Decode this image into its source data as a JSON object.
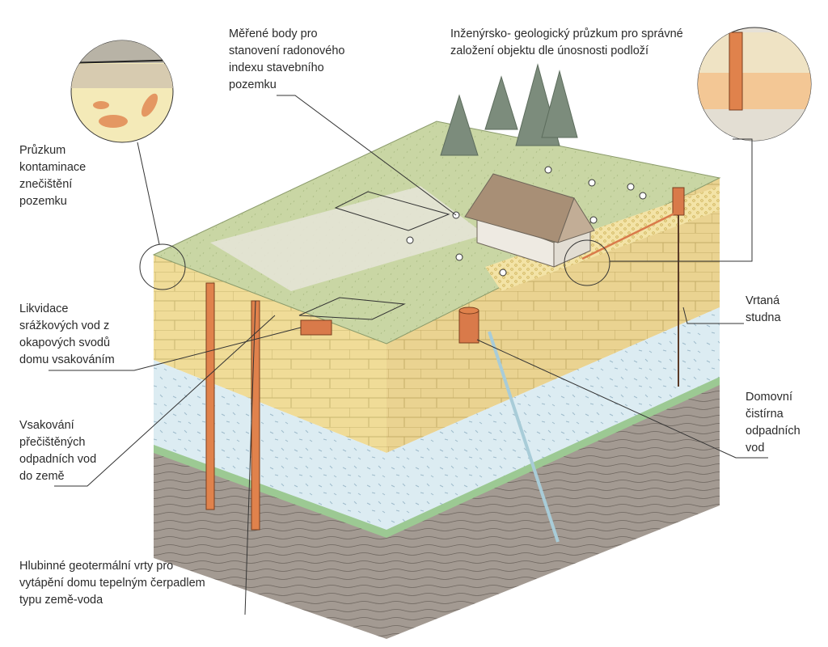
{
  "labels": {
    "pruzkum_kontaminace": [
      "Průzkum",
      "kontaminace",
      "znečištění",
      "pozemku"
    ],
    "merene_body": [
      "Měřené body pro",
      "stanovení radonového",
      "indexu stavebního",
      "pozemku"
    ],
    "inzenyrsko_geologicky": [
      "Inženýrsko- geologický průzkum pro správné",
      "založení objektu dle únosnosti podloží"
    ],
    "likvidace_srazkovych": [
      "Likvidace",
      "srážkových vod z",
      "okapových svodů",
      "domu vsakováním"
    ],
    "vrtana_studna": [
      "Vrtaná",
      "studna"
    ],
    "vsakovani": [
      "Vsakování",
      "přečištěných",
      "odpadních vod",
      "do země"
    ],
    "domovni_cistirna": [
      "Domovní",
      "čistírna",
      "odpadních",
      "vod"
    ],
    "hlubinne_vrty": [
      "Hlubinné geotermální vrty pro",
      "vytápění domu tepelným čerpadlem",
      "typu země-voda"
    ]
  },
  "colors": {
    "grass": "#c9d6a4",
    "clay": "#f0dc98",
    "groundwater": "#dcecf2",
    "green_band": "#9cc993",
    "bedrock": "#9c948c",
    "pipe": "#e0824c",
    "house_roof": "#a88f76",
    "tree": "#7c8c7c"
  }
}
